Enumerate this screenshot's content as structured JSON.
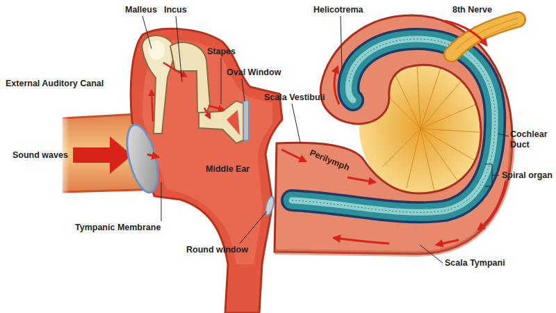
{
  "diagram": {
    "labels": [
      "Malleus",
      "Incus",
      "Helicotrema",
      "8th Nerve",
      "Stapes",
      "Oval Window",
      "External Auditory Canal",
      "Scala Vestibuli",
      "Cochlear Duct",
      "Sound waves",
      "Perilymph",
      "Middle Ear",
      "Spiral organ",
      "Tympanic Membrane",
      "Round window",
      "Scala Tympani"
    ]
  }
}
